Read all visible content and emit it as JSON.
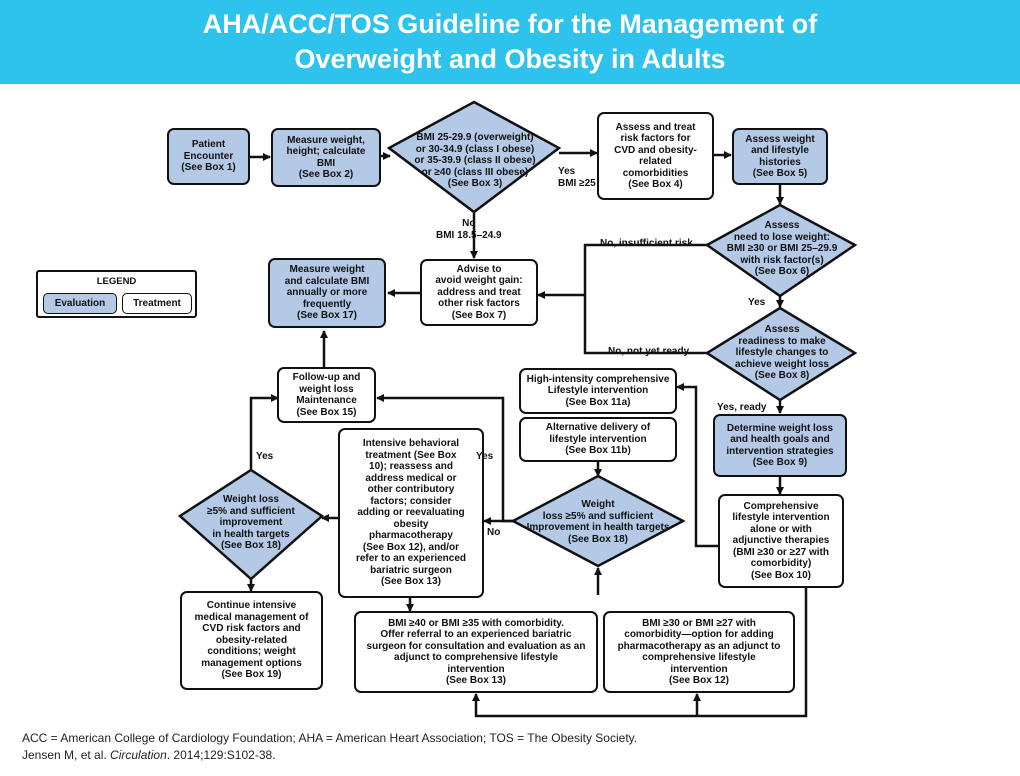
{
  "title_line1": "AHA/ACC/TOS Guideline for the Management of",
  "title_line2": "Overweight and Obesity in Adults",
  "legend": {
    "title": "LEGEND",
    "evaluation": "Evaluation",
    "treatment": "Treatment"
  },
  "boxes": {
    "b1": "Patient\nEncounter\n(See Box 1)",
    "b2": "Measure weight,\nheight; calculate\nBMI\n(See Box 2)",
    "b3": "BMI 25-29.9 (overweight)\nor 30-34.9 (class I obese)\nor 35-39.9 (class II obese)\nor ≥40 (class III obese)\n(See Box 3)",
    "b4": "Assess and treat\nrisk factors for\nCVD and obesity-\nrelated\ncomorbidities\n(See Box 4)",
    "b5": "Assess weight\nand lifestyle\nhistories\n(See Box 5)",
    "b6": "Assess\nneed to lose weight:\nBMI ≥30 or BMI 25–29.9\nwith risk factor(s)\n(See Box 6)",
    "b7": "Advise to\navoid weight gain:\naddress and treat\nother risk factors\n(See Box 7)",
    "b17": "Measure weight\nand calculate BMI\nannually or more\nfrequently\n(See Box 17)",
    "b8": "Assess\nreadiness to make\nlifestyle changes to\nachieve weight loss\n(See Box 8)",
    "b9": "Determine weight loss\nand health goals and\nintervention strategies\n(See Box 9)",
    "b10": "Comprehensive\nlifestyle intervention\nalone or with\nadjunctive therapies\n(BMI ≥30 or ≥27 with\ncomorbidity)\n(See Box 10)",
    "b11a": "High-intensity comprehensive\nLifestyle intervention\n(See Box 11a)",
    "b11b": "Alternative delivery of\nlifestyle intervention\n(See Box 11b)",
    "b15": "Follow-up and\nweight loss\nMaintenance\n(See Box 15)",
    "b18a": "Weight loss\n≥5% and sufficient\nimprovement\nin health targets\n(See Box 18)",
    "b18b": "Weight\nloss ≥5% and sufficient\nImprovement in health targets\n(See Box 18)",
    "b16": "Intensive behavioral\ntreatment (See Box\n10); reassess and\naddress medical or\nother contributory\nfactors; consider\nadding or reevaluating\nobesity\npharmacotherapy\n(See Box 12), and/or\nrefer to an experienced\nbariatric surgeon\n(See Box 13)",
    "b19": "Continue intensive\nmedical management of\nCVD risk factors and\nobesity-related\nconditions; weight\nmanagement options\n(See Box 19)",
    "b13": "BMI ≥40 or BMI ≥35 with comorbidity.\nOffer referral to an experienced bariatric\nsurgeon for consultation and evaluation as an\nadjunct to comprehensive lifestyle\nintervention\n(See Box 13)",
    "b12": "BMI ≥30 or BMI ≥27 with\ncomorbidity—option for adding\npharmacotherapy as an adjunct to\ncomprehensive lifestyle\nintervention\n(See Box 12)"
  },
  "labels": {
    "yes_bmi25": "Yes\nBMI ≥25",
    "no_bmi": "No\nBMI 18.5–24.9",
    "no_insufficient": "No, insufficient risk",
    "yes6": "Yes",
    "no_not_ready": "No, not yet ready",
    "yes_ready": "Yes, ready",
    "yes18a": "Yes",
    "yes18b": "Yes",
    "no18b": "No"
  },
  "footer": {
    "line1": "ACC = American College of Cardiology Foundation; AHA = American Heart Association; TOS = The Obesity Society.",
    "line2_pre": "Jensen M, et al. ",
    "line2_journal": "Circulation",
    "line2_post": ". 2014;129:S102-38."
  },
  "colors": {
    "header": "#2EC3EC",
    "evaluation": "#B3C9E6",
    "treatment": "#FFFFFF"
  }
}
